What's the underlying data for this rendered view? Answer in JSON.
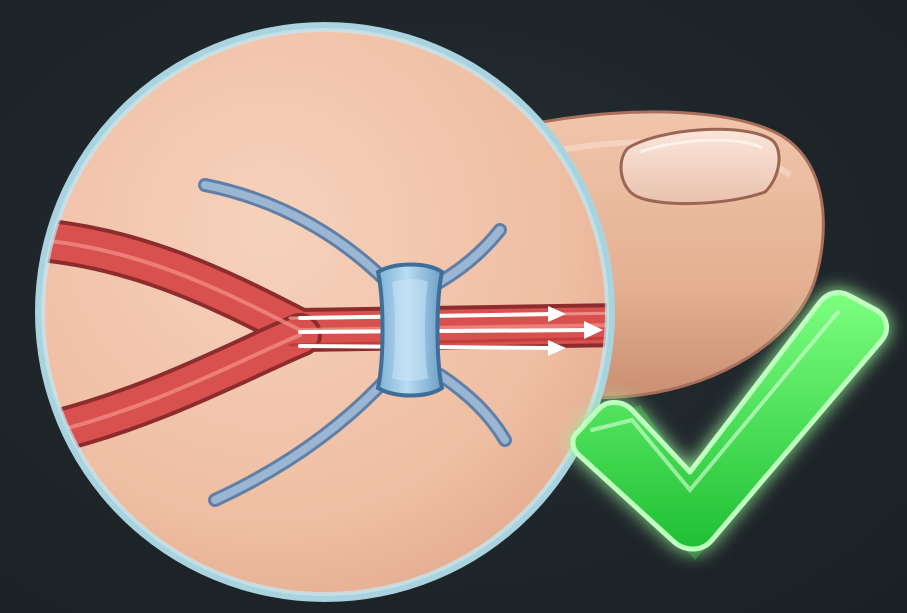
{
  "scene": {
    "background_color": "#1f262a",
    "magnifier_rim_color": "#a9d3de",
    "skin_color": "#f2c4a8",
    "artery_color": "#d9514e",
    "vein_color": "#8aa6c4",
    "band_color": "#9cc7e6",
    "flow_arrow_color": "#ffffff",
    "check_color": "#39e84a",
    "icons": [
      "finger-icon",
      "fingernail-icon",
      "magnifier-lens",
      "blood-vessel-artery",
      "blood-vessel-vein",
      "tourniquet-band-icon",
      "blood-flow-arrow",
      "checkmark-icon"
    ]
  }
}
